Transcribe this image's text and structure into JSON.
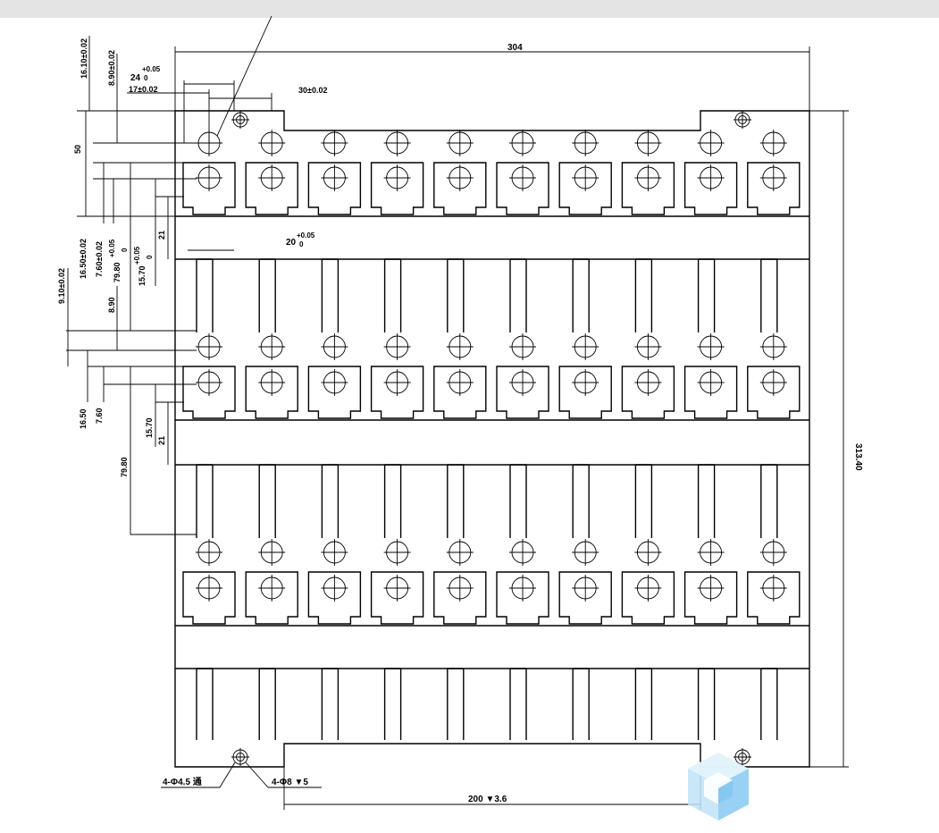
{
  "dimensions": {
    "overall_width": "304",
    "overall_height": "313.40",
    "top_16_10": "16.10±0.02",
    "top_8_90": "8.90±0.02",
    "top_24": "24",
    "top_24_tol": "+0.05",
    "top_24_tol0": "0",
    "top_17": "17±0.02",
    "top_30": "30±0.02",
    "left_50": "50",
    "left_16_50_tol": "16.50±0.02",
    "left_7_60_tol": "7.60±0.02",
    "left_79_80_tol": "79.80",
    "left_79_80_sup": "+0.05",
    "left_79_80_sub": "0",
    "left_15_70_tol": "15.70",
    "left_15_70_sup": "+0.05",
    "left_15_70_sub": "0",
    "left_21_a": "21",
    "slot_20": "20",
    "slot_20_sup": "+0.05",
    "slot_20_sub": "0",
    "left_9_10": "9.10±0.02",
    "left_8_90": "8.90",
    "left_16_50": "16.50",
    "left_7_60": "7.60",
    "left_15_70": "15.70",
    "left_21_b": "21",
    "left_79_80": "79.80",
    "bottom_200": "200 ▼3.6"
  },
  "notes": {
    "hole_small": "4-Φ4.5 通",
    "hole_large": "4-Φ8 ▼5"
  },
  "icons": {
    "watermark": "cube-logo-icon",
    "accent": "#7cc4f0"
  }
}
